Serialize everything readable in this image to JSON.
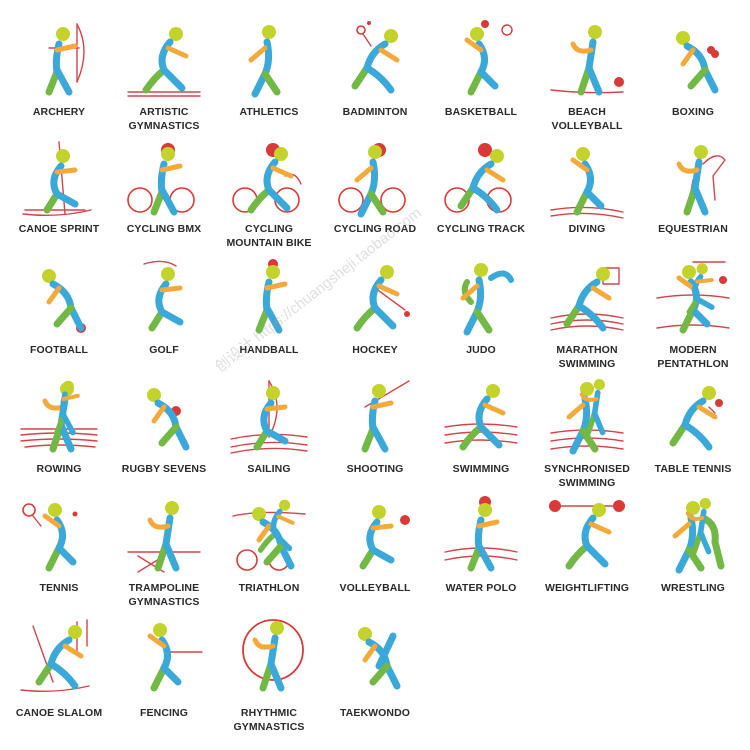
{
  "colors": {
    "blue": "#3aa9d9",
    "green": "#71b844",
    "yellow": "#c4d22c",
    "orange": "#f4a93b",
    "red": "#d93a38",
    "line": "#d0454a"
  },
  "watermark": "创设计 https://chuangsheji.taobao.com",
  "sports": [
    {
      "label": "ARCHERY",
      "icon": "archery-icon"
    },
    {
      "label": "ARTISTIC\nGYMNASTICS",
      "icon": "artistic-gymnastics-icon"
    },
    {
      "label": "ATHLETICS",
      "icon": "athletics-icon"
    },
    {
      "label": "BADMINTON",
      "icon": "badminton-icon"
    },
    {
      "label": "BASKETBALL",
      "icon": "basketball-icon"
    },
    {
      "label": "BEACH\nVOLLEYBALL",
      "icon": "beach-volleyball-icon"
    },
    {
      "label": "BOXING",
      "icon": "boxing-icon"
    },
    {
      "label": "CANOE SPRINT",
      "icon": "canoe-sprint-icon"
    },
    {
      "label": "CYCLING BMX",
      "icon": "cycling-bmx-icon"
    },
    {
      "label": "CYCLING\nMOUNTAIN BIKE",
      "icon": "cycling-mountain-bike-icon"
    },
    {
      "label": "CYCLING ROAD",
      "icon": "cycling-road-icon"
    },
    {
      "label": "CYCLING TRACK",
      "icon": "cycling-track-icon"
    },
    {
      "label": "DIVING",
      "icon": "diving-icon"
    },
    {
      "label": "EQUESTRIAN",
      "icon": "equestrian-icon"
    },
    {
      "label": "FOOTBALL",
      "icon": "football-icon"
    },
    {
      "label": "GOLF",
      "icon": "golf-icon"
    },
    {
      "label": "HANDBALL",
      "icon": "handball-icon"
    },
    {
      "label": "HOCKEY",
      "icon": "hockey-icon"
    },
    {
      "label": "JUDO",
      "icon": "judo-icon"
    },
    {
      "label": "MARATHON\nSWIMMING",
      "icon": "marathon-swimming-icon"
    },
    {
      "label": "MODERN\nPENTATHLON",
      "icon": "modern-pentathlon-icon"
    },
    {
      "label": "ROWING",
      "icon": "rowing-icon"
    },
    {
      "label": "RUGBY SEVENS",
      "icon": "rugby-sevens-icon"
    },
    {
      "label": "SAILING",
      "icon": "sailing-icon"
    },
    {
      "label": "SHOOTING",
      "icon": "shooting-icon"
    },
    {
      "label": "SWIMMING",
      "icon": "swimming-icon"
    },
    {
      "label": "SYNCHRONISED\nSWIMMING",
      "icon": "synchronised-swimming-icon"
    },
    {
      "label": "TABLE TENNIS",
      "icon": "table-tennis-icon"
    },
    {
      "label": "TENNIS",
      "icon": "tennis-icon"
    },
    {
      "label": "TRAMPOLINE\nGYMNASTICS",
      "icon": "trampoline-gymnastics-icon"
    },
    {
      "label": "TRIATHLON",
      "icon": "triathlon-icon"
    },
    {
      "label": "VOLLEYBALL",
      "icon": "volleyball-icon"
    },
    {
      "label": "WATER POLO",
      "icon": "water-polo-icon"
    },
    {
      "label": "WEIGHTLIFTING",
      "icon": "weightlifting-icon"
    },
    {
      "label": "WRESTLING",
      "icon": "wrestling-icon"
    },
    {
      "label": "CANOE SLALOM",
      "icon": "canoe-slalom-icon"
    },
    {
      "label": "FENCING",
      "icon": "fencing-icon"
    },
    {
      "label": "RHYTHMIC\nGYMNASTICS",
      "icon": "rhythmic-gymnastics-icon"
    },
    {
      "label": "TAEKWONDO",
      "icon": "taekwondo-icon"
    }
  ]
}
